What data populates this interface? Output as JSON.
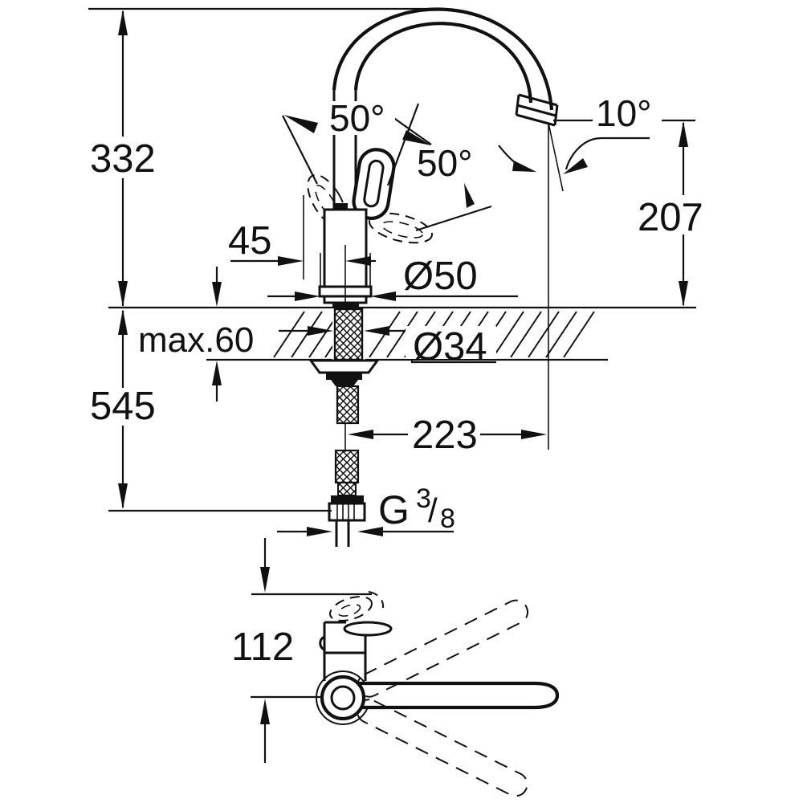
{
  "drawing": {
    "type": "technical-dimension-drawing",
    "subject": "single-lever kitchen sink mixer tap with high C-spout, side elevation and plan view",
    "line_color": "#111111",
    "background": "#ffffff"
  },
  "dims": {
    "overall_height": "332",
    "spout_outlet_height": "207",
    "spout_tilt_angle": "10°",
    "handle_lift_angle": "50°",
    "handle_swivel_angle": "50°",
    "handle_front_offset": "45",
    "base_diameter": "Ø50",
    "mounting_hole_diameter": "Ø34",
    "max_counter_thickness": "max.60",
    "supply_hose_drop": "545",
    "spout_reach": "223",
    "plan_body_depth": "112",
    "thread": {
      "g": "G",
      "numerator": "3",
      "slash": "/",
      "denominator": "8"
    }
  }
}
